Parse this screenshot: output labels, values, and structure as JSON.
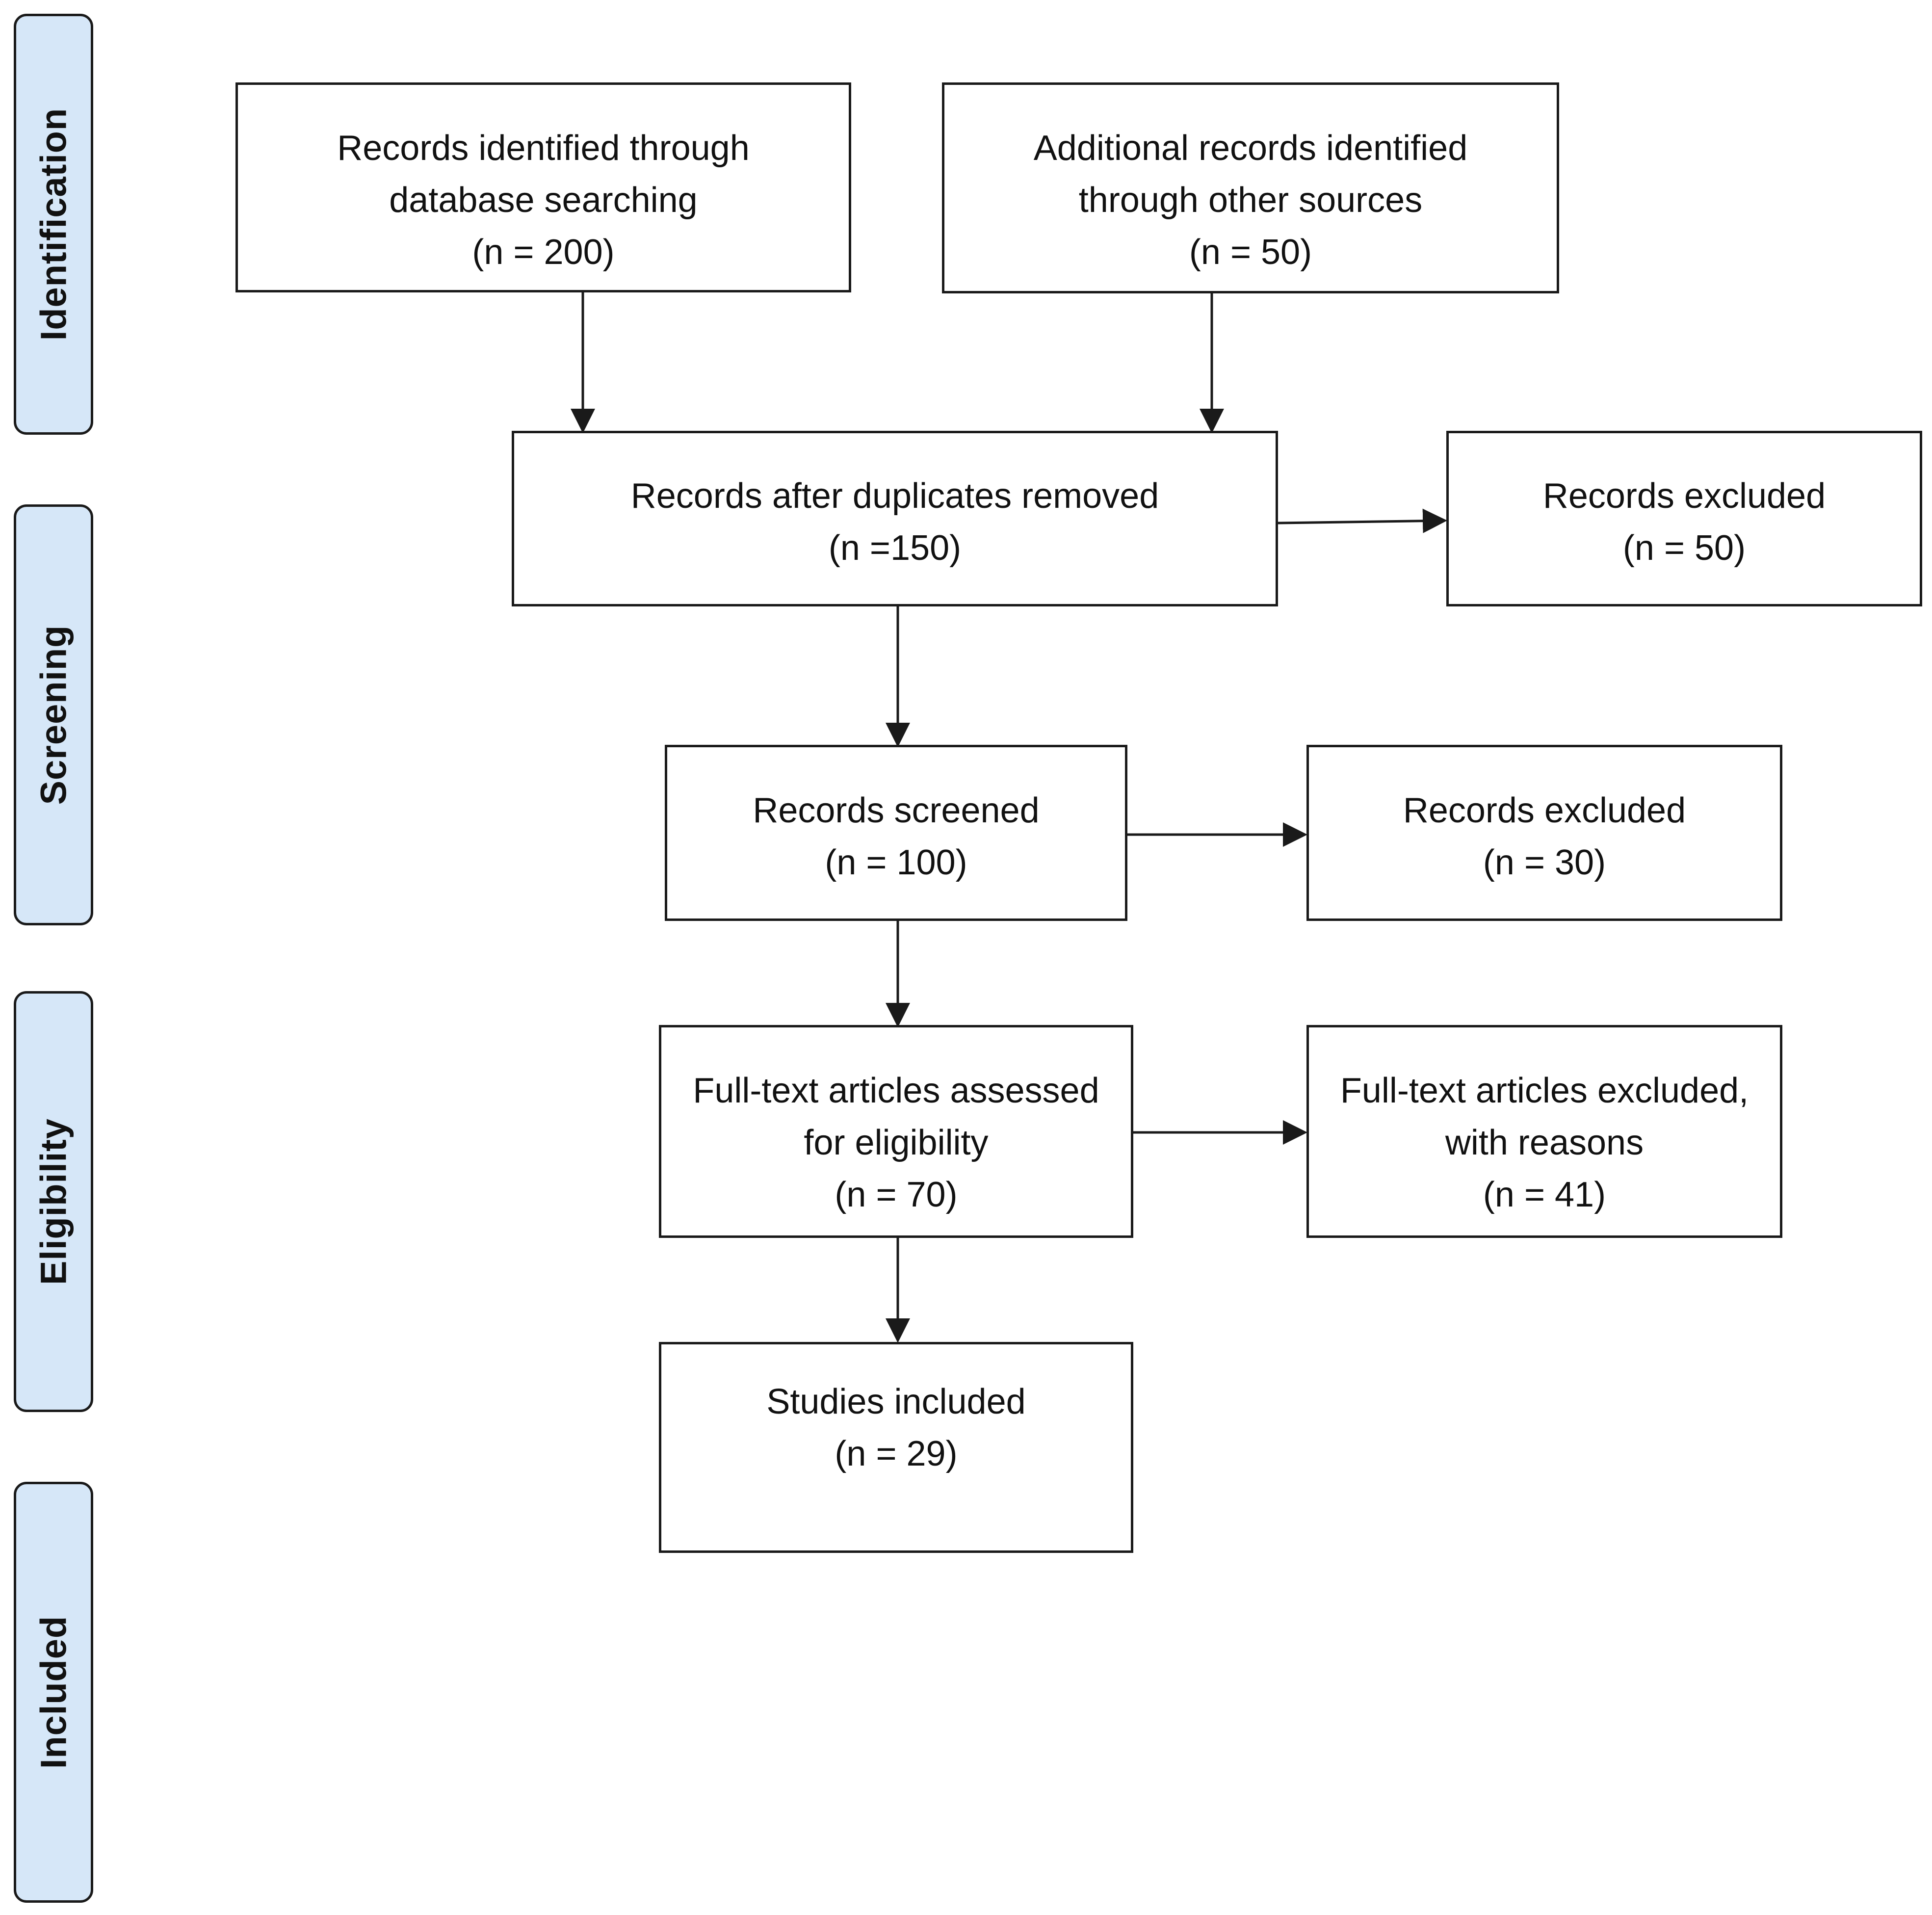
{
  "stages": {
    "identification": "Identification",
    "screening": "Screening",
    "eligibility": "Eligibility",
    "included": "Included"
  },
  "boxes": {
    "database_search": {
      "line1": "Records identified through",
      "line2": "database searching",
      "count": "(n = 200)"
    },
    "other_sources": {
      "line1": "Additional records identified",
      "line2": "through other sources",
      "count": "(n = 50)"
    },
    "after_duplicates": {
      "line1": "Records after duplicates removed",
      "count": "(n =150)"
    },
    "excluded_duplicates": {
      "line1": "Records excluded",
      "count": "(n = 50)"
    },
    "screened": {
      "line1": "Records screened",
      "count": "(n = 100)"
    },
    "excluded_screening": {
      "line1": "Records excluded",
      "count": "(n = 30)"
    },
    "fulltext_assessed": {
      "line1": "Full-text articles assessed",
      "line2": "for eligibility",
      "count": "(n = 70)"
    },
    "fulltext_excluded": {
      "line1": "Full-text articles excluded,",
      "line2": "with reasons",
      "count": "(n = 41)"
    },
    "included": {
      "line1": "Studies included",
      "count": "(n = 29)"
    }
  },
  "colors": {
    "stage_fill": "#d6e7f8",
    "stroke": "#1a1a1a"
  }
}
